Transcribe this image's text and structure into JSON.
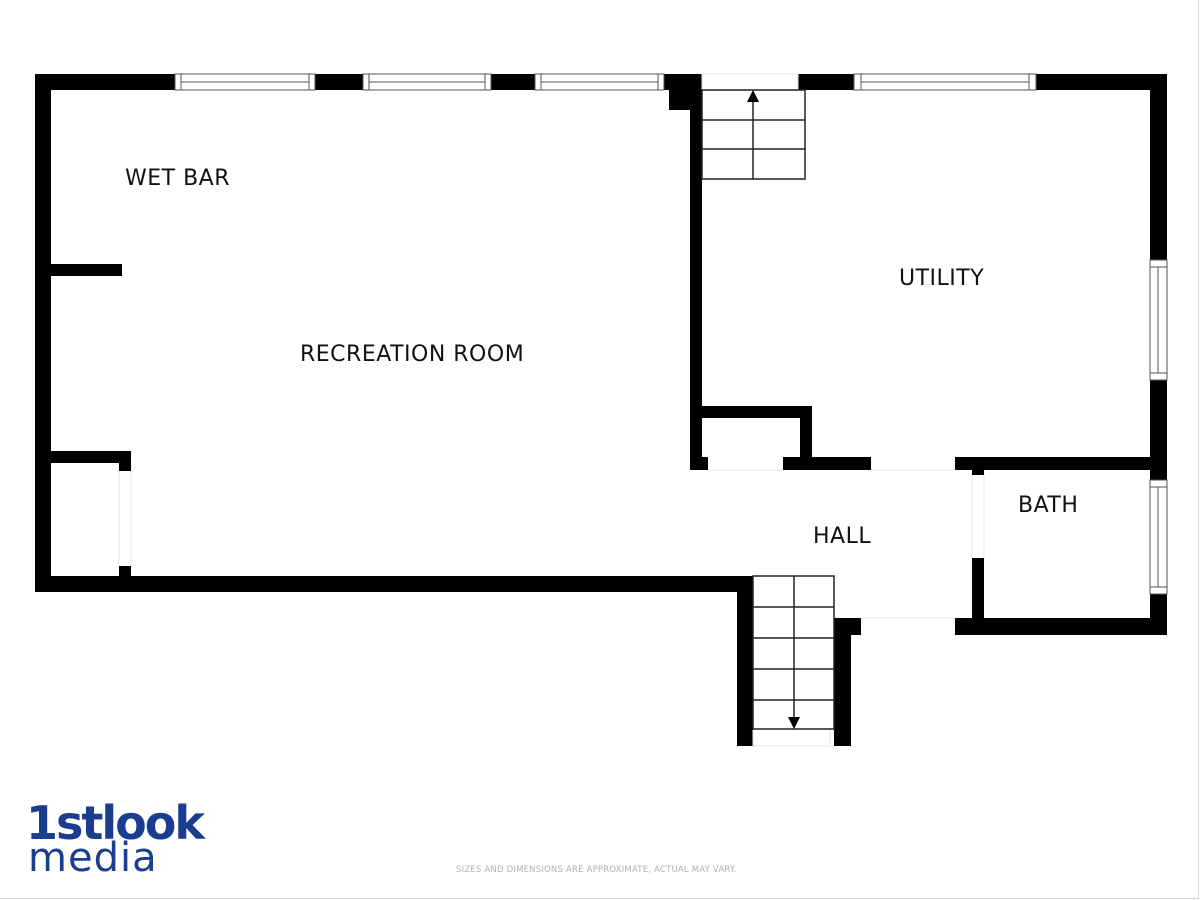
{
  "floorplan": {
    "rooms": [
      {
        "id": "wet-bar",
        "label": "WET BAR"
      },
      {
        "id": "recreation-room",
        "label": "RECREATION ROOM"
      },
      {
        "id": "utility",
        "label": "UTILITY"
      },
      {
        "id": "hall",
        "label": "HALL"
      },
      {
        "id": "bath",
        "label": "BATH"
      }
    ],
    "stairs": [
      {
        "id": "stairs-up",
        "direction": "up"
      },
      {
        "id": "stairs-down",
        "direction": "down"
      }
    ],
    "colors": {
      "wall": "#000000",
      "background": "#ffffff",
      "window_line": "#555555",
      "brand": "#1a3d8f",
      "disclaimer": "#b0b0b0"
    }
  },
  "branding": {
    "logo_top": "1stlook",
    "logo_bottom": "media"
  },
  "footer": {
    "disclaimer": "SIZES AND DIMENSIONS ARE APPROXIMATE, ACTUAL MAY VARY."
  }
}
